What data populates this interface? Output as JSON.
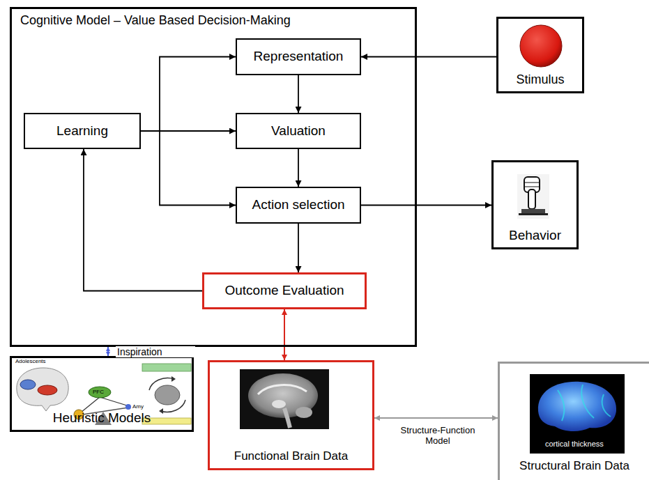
{
  "diagram": {
    "nodes": [
      {
        "text": [
          "Cognitive Model – Value Based Decision-Making"
        ]
      },
      {
        "text": [
          "Representation"
        ],
        "in": 0
      },
      {
        "text": [
          "Stimulus"
        ]
      },
      {
        "text": [
          "Learning"
        ],
        "in": 0
      },
      {
        "text": [
          "Valuation"
        ],
        "in": 0
      },
      {
        "text": [
          "Action selection"
        ],
        "in": 0
      },
      {
        "text": [
          "Behavior"
        ]
      },
      {
        "text": [
          "Outcome Evaluation"
        ],
        "in": 0
      },
      {
        "text": [
          "Heuristic Models"
        ]
      },
      {
        "text": [
          "Functional Brain Data"
        ]
      },
      {
        "text": [
          "Structural Brain Data"
        ]
      }
    ],
    "edges": [
      {
        "from": 2,
        "to": 1,
        "arrow": "to"
      },
      {
        "from": 1,
        "to": 4,
        "arrow": "to"
      },
      {
        "from": 4,
        "to": 5,
        "arrow": "to"
      },
      {
        "from": 5,
        "to": 6,
        "arrow": "to"
      },
      {
        "from": 5,
        "to": 7,
        "arrow": "to"
      },
      {
        "from": 7,
        "to": 3,
        "arrow": "to"
      },
      {
        "from": 3,
        "to": 1,
        "arrow": "to"
      },
      {
        "from": 3,
        "to": 4,
        "arrow": "to"
      },
      {
        "from": 3,
        "to": 5,
        "arrow": "to"
      },
      {
        "from": 7,
        "to": 9,
        "arrow": "both"
      },
      {
        "from": 0,
        "to": 8,
        "label": "Inspiration",
        "arrow": "both"
      },
      {
        "from": 9,
        "to": 10,
        "label": "Structure-Function Model",
        "arrow": "both"
      }
    ],
    "labels": [
      "Adolescents",
      "PFC",
      "Amy",
      "cortical thickness"
    ]
  }
}
